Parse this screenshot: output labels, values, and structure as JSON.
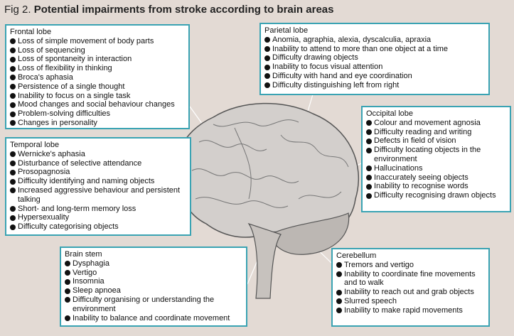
{
  "title": {
    "prefix": "Fig 2.",
    "main": "Potential impairments from stroke according to brain areas"
  },
  "boxes": {
    "frontal": {
      "heading": "Frontal lobe",
      "items": [
        "Loss of simple movement of body parts",
        "Loss of sequencing",
        "Loss of spontaneity in interaction",
        "Loss of flexibility in thinking",
        "Broca's aphasia",
        "Persistence of a single thought",
        "Inability to focus on a single task",
        "Mood changes and social behaviour changes",
        "Problem-solving difficulties",
        "Changes in personality"
      ]
    },
    "parietal": {
      "heading": "Parietal lobe",
      "items": [
        "Anomia, agraphia, alexia, dyscalculia, apraxia",
        "Inability to attend to more than one object at a time",
        "Difficulty drawing objects",
        "Inability to focus visual attention",
        "Difficulty with hand and eye coordination",
        "Difficulty distinguishing left from right"
      ]
    },
    "occipital": {
      "heading": "Occipital lobe",
      "items": [
        "Colour and movement agnosia",
        "Difficulty reading and writing",
        "Defects in field of vision",
        "Difficulty locating objects in the environment",
        "Hallucinations",
        "Inaccurately seeing objects",
        "Inability to recognise words",
        "Difficulty recognising drawn objects"
      ]
    },
    "temporal": {
      "heading": "Temporal lobe",
      "items": [
        "Wernicke's aphasia",
        "Disturbance of selective attendance",
        "Prosopagnosia",
        "Difficulty identifying and naming objects",
        "Increased aggressive behaviour and persistent talking",
        "Short- and long-term memory loss",
        "Hypersexuality",
        "Difficulty categorising objects"
      ]
    },
    "brainstem": {
      "heading": "Brain stem",
      "items": [
        "Dysphagia",
        "Vertigo",
        "Insomnia",
        "Sleep apnoea",
        "Difficulty organising or understanding the environment",
        "Inability to balance and coordinate movement"
      ]
    },
    "cerebellum": {
      "heading": "Cerebellum",
      "items": [
        "Tremors and vertigo",
        "Inability to coordinate fine movements and to walk",
        "Inability to reach out and grab objects",
        "Slurred speech",
        "Inability to make rapid movements"
      ]
    }
  }
}
